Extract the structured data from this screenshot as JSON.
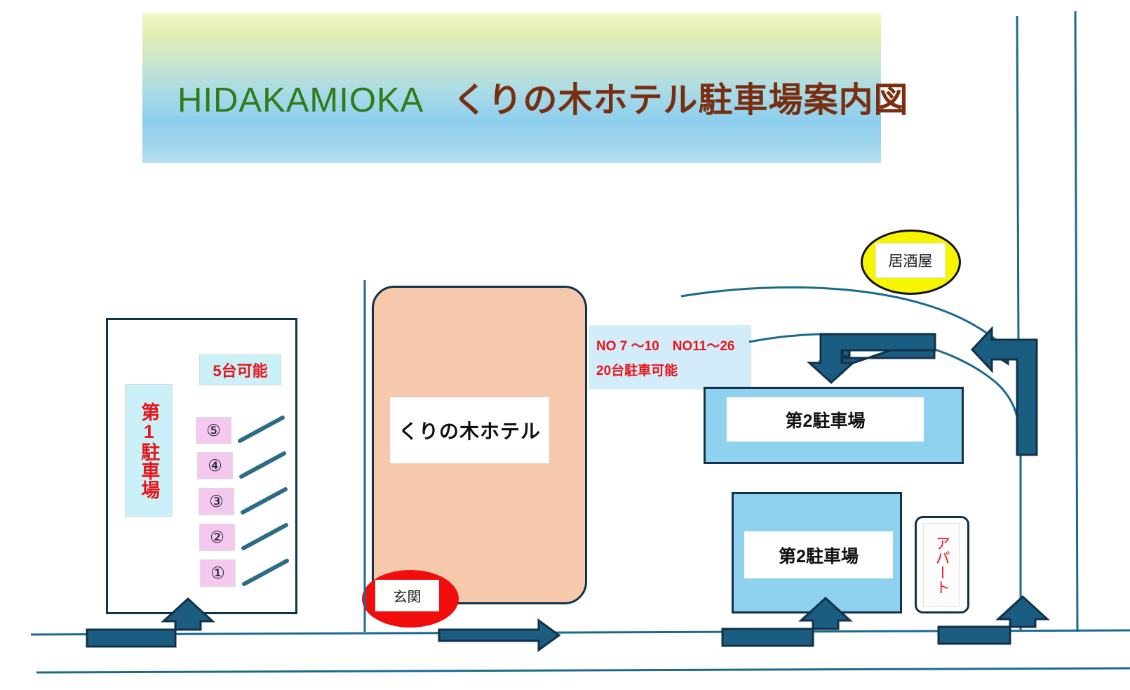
{
  "title": {
    "english": "HIDAKAMIOKA",
    "japanese": "くりの木ホテル駐車場案内図",
    "separator": "   "
  },
  "colors": {
    "title_english": "#2e7d19",
    "title_japanese": "#7a2e10",
    "red_text": "#e8151b",
    "arrow_fill": "#1b5d80",
    "arrow_stroke": "#12314a",
    "road_line": "#1b6a8c",
    "hotel_fill": "#f6c9ac",
    "lot2_fill": "#8ed2f0",
    "stall_fill": "#f4c8ef",
    "label_cyan": "#c9f1f7",
    "info_box_fill": "#d3ecf9",
    "izakaya_fill": "#f5f500",
    "entrance_fill": "#f20d0d"
  },
  "lot1": {
    "name_label": "第1駐車場",
    "capacity_label": "5台可能",
    "stalls": [
      {
        "number": "⑤"
      },
      {
        "number": "④"
      },
      {
        "number": "③"
      },
      {
        "number": "②"
      },
      {
        "number": "①"
      }
    ]
  },
  "hotel": {
    "name": "くりの木ホテル",
    "entrance": "玄関"
  },
  "info_box": {
    "line1": "NO 7 〜10　NO11〜26",
    "line2": "20台駐車可能"
  },
  "lot2_upper": {
    "name_label": "第2駐車場"
  },
  "lot2_lower": {
    "name_label": "第2駐車場"
  },
  "apartment": {
    "name_label": "アパート"
  },
  "izakaya": {
    "name_label": "居酒屋"
  }
}
